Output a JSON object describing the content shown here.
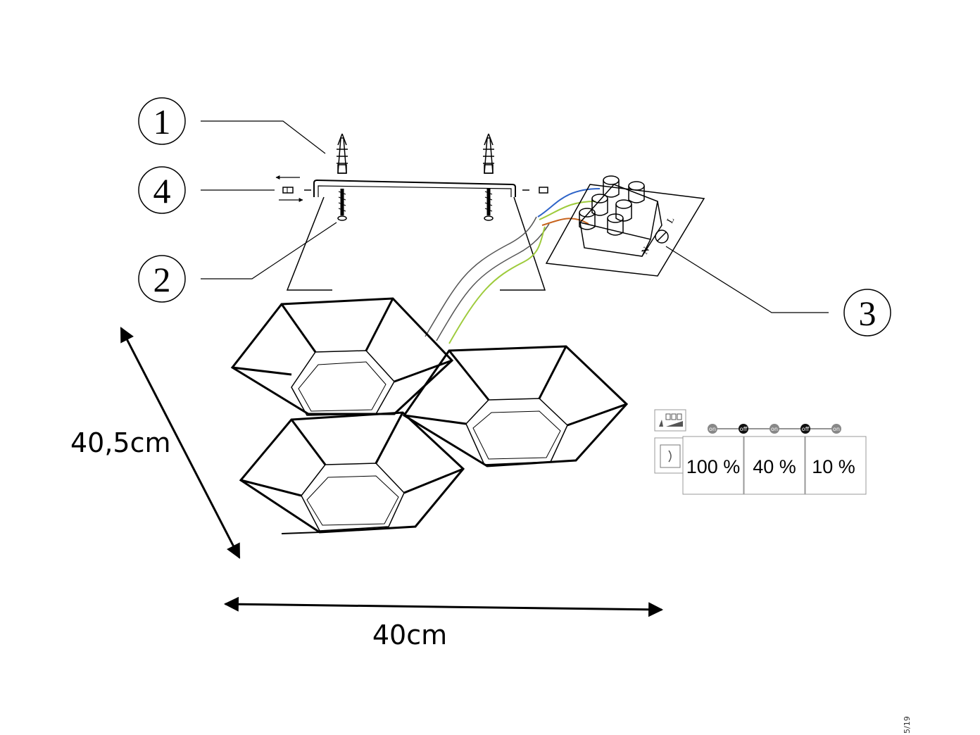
{
  "callouts": [
    {
      "id": "1",
      "label": "1"
    },
    {
      "id": "2",
      "label": "2"
    },
    {
      "id": "3",
      "label": "3"
    },
    {
      "id": "4",
      "label": "4"
    }
  ],
  "dimensions": {
    "height": "40,5cm",
    "width": "40cm"
  },
  "terminal_block": {
    "neutral_label": "N",
    "live_label": "L"
  },
  "wire_colors": {
    "blue": "#2e64c8",
    "brown": "#c8641e",
    "green_yellow": "#9ecb3c",
    "cable": "#555555"
  },
  "switch_panel": {
    "switch_states": [
      "on",
      "off",
      "on",
      "off",
      "on"
    ],
    "levels": [
      "100 %",
      "40 %",
      "10 %"
    ]
  },
  "page_number": "5/19"
}
